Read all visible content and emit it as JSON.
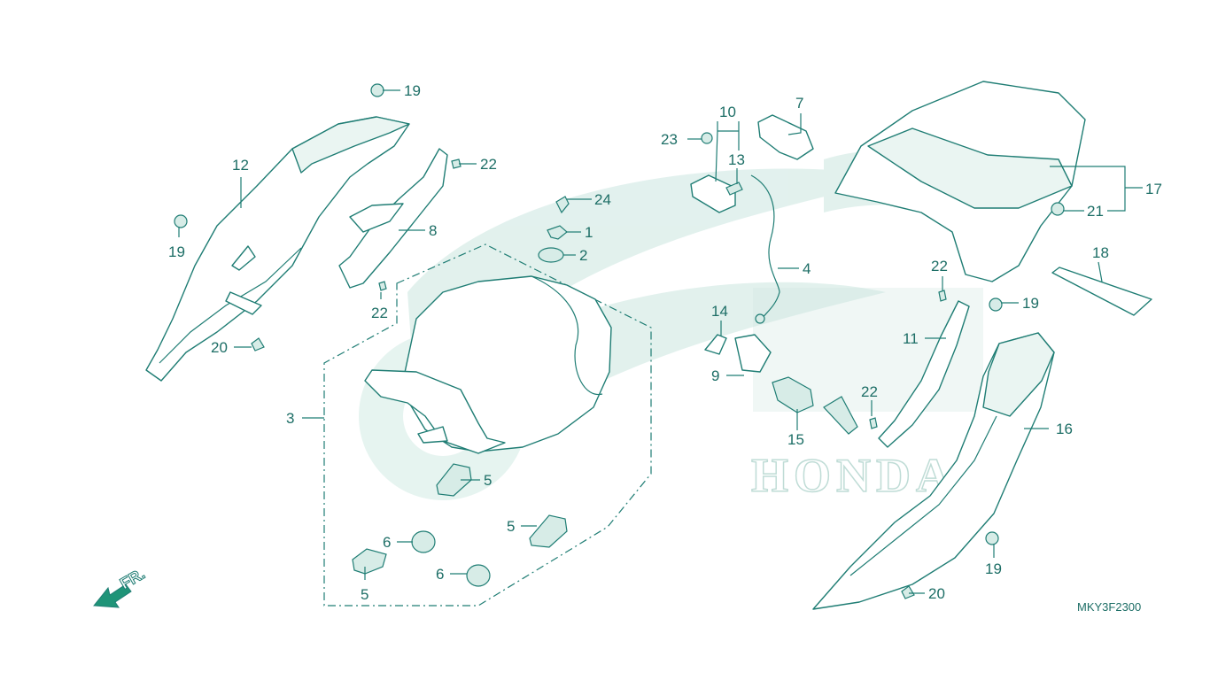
{
  "colors": {
    "line": "#1f7d74",
    "text": "#1d6e66",
    "watermark": "#d8eee8",
    "arrow": "#1f9478"
  },
  "reference_code": "MKY3F2300",
  "direction_label": "FR.",
  "watermark_text": "HONDA",
  "callouts": {
    "c1": "1",
    "c2": "2",
    "c3": "3",
    "c4": "4",
    "c5a": "5",
    "c5b": "5",
    "c5c": "5",
    "c6a": "6",
    "c6b": "6",
    "c7": "7",
    "c8": "8",
    "c9": "9",
    "c10": "10",
    "c11": "11",
    "c12": "12",
    "c13": "13",
    "c14": "14",
    "c15": "15",
    "c16": "16",
    "c17": "17",
    "c18": "18",
    "c19a": "19",
    "c19b": "19",
    "c19c": "19",
    "c19d": "19",
    "c20a": "20",
    "c20b": "20",
    "c21": "21",
    "c22a": "22",
    "c22b": "22",
    "c22c": "22",
    "c22d": "22",
    "c23": "23",
    "c24": "24"
  }
}
